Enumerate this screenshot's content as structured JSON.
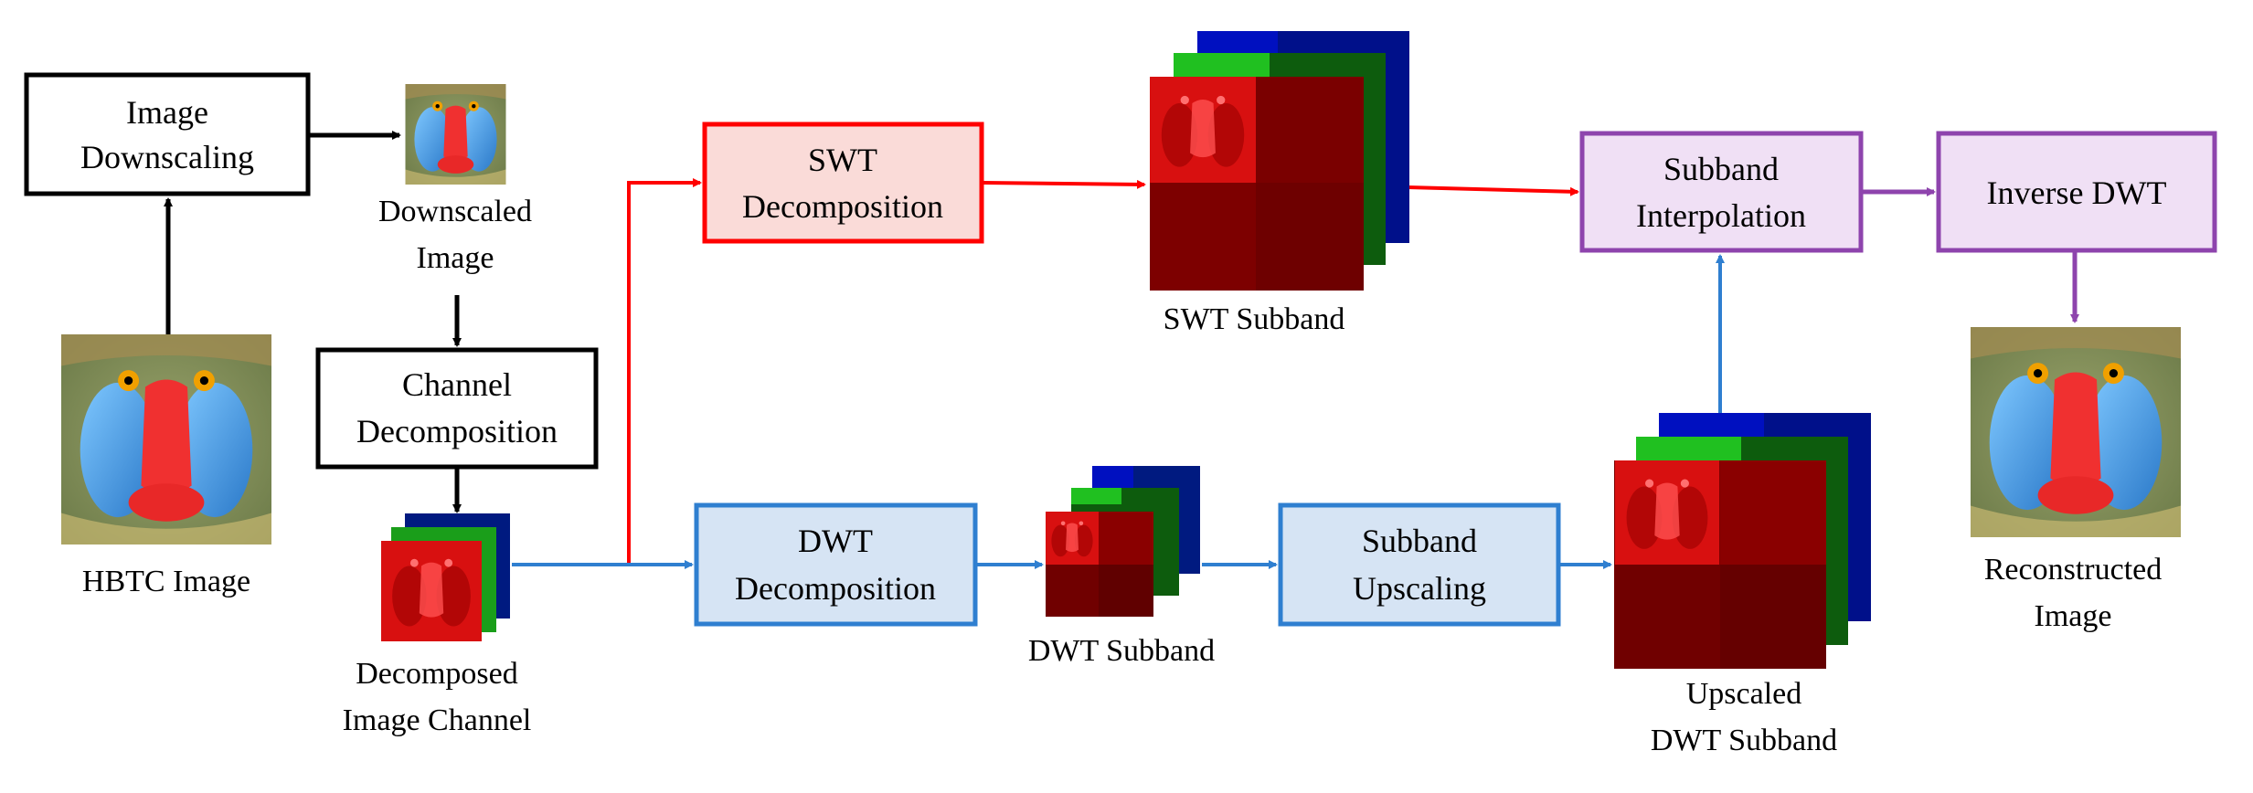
{
  "diagram": {
    "boxes": {
      "image_downscaling": [
        "Image",
        "Downscaling"
      ],
      "channel_decomposition": [
        "Channel",
        "Decomposition"
      ],
      "swt_decomposition": [
        "SWT",
        "Decomposition"
      ],
      "dwt_decomposition": [
        "DWT",
        "Decomposition"
      ],
      "subband_upscaling": [
        "Subband",
        "Upscaling"
      ],
      "subband_interpolation": [
        "Subband",
        "Interpolation"
      ],
      "inverse_dwt": [
        "Inverse DWT"
      ]
    },
    "captions": {
      "hbtc_image": [
        "HBTC Image"
      ],
      "downscaled_image": [
        "Downscaled",
        "Image"
      ],
      "decomposed_channel": [
        "Decomposed",
        "Image Channel"
      ],
      "swt_subband": [
        "SWT Subband"
      ],
      "dwt_subband": [
        "DWT Subband"
      ],
      "upscaled_dwt_subband": [
        "Upscaled",
        "DWT Subband"
      ],
      "reconstructed_image": [
        "Reconstructed",
        "Image"
      ]
    },
    "colors": {
      "black": "#000000",
      "swt_red": "#ff0000",
      "swt_fill": "#fadbd8",
      "dwt_blue": "#2f7fd0",
      "dwt_fill": "#d6e4f4",
      "purple": "#8e44ad",
      "purple_fill": "#f0e0f5",
      "channel_red": "#d40000",
      "channel_green": "#1a9e1a",
      "channel_blue": "#001a80"
    }
  }
}
